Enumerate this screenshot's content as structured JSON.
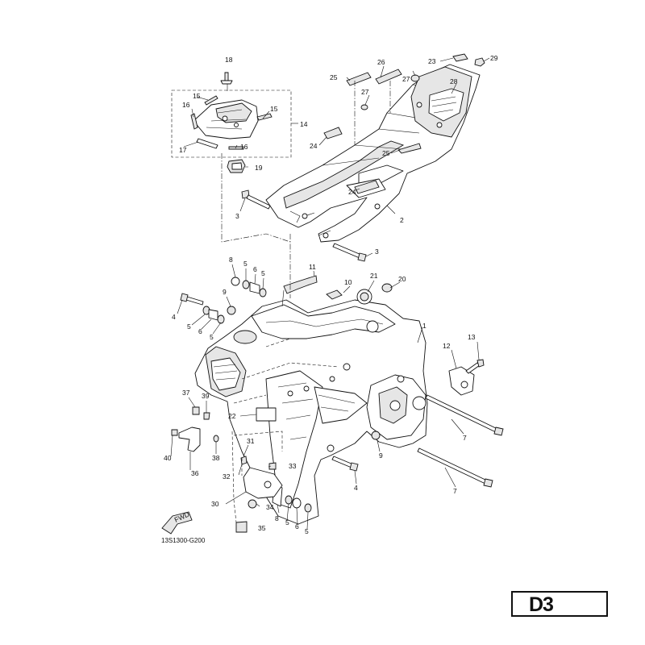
{
  "diagram": {
    "code": "13S1300-G200",
    "page_code": "D3",
    "fwd_label": "FWD"
  },
  "callouts": [
    {
      "id": "c18",
      "label": "18"
    },
    {
      "id": "c15a",
      "label": "15"
    },
    {
      "id": "c16a",
      "label": "16"
    },
    {
      "id": "c15b",
      "label": "15"
    },
    {
      "id": "c14",
      "label": "14"
    },
    {
      "id": "c17",
      "label": "17"
    },
    {
      "id": "c16b",
      "label": "16"
    },
    {
      "id": "c19",
      "label": "19"
    },
    {
      "id": "c3a",
      "label": "3"
    },
    {
      "id": "c25a",
      "label": "25"
    },
    {
      "id": "c26",
      "label": "26"
    },
    {
      "id": "c27a",
      "label": "27"
    },
    {
      "id": "c27b",
      "label": "27"
    },
    {
      "id": "c23",
      "label": "23"
    },
    {
      "id": "c29",
      "label": "29"
    },
    {
      "id": "c28",
      "label": "28"
    },
    {
      "id": "c24a",
      "label": "24"
    },
    {
      "id": "c25b",
      "label": "25"
    },
    {
      "id": "c24b",
      "label": "24"
    },
    {
      "id": "c2",
      "label": "2"
    },
    {
      "id": "c3b",
      "label": "3"
    },
    {
      "id": "c8a",
      "label": "8"
    },
    {
      "id": "c5a",
      "label": "5"
    },
    {
      "id": "c6a",
      "label": "6"
    },
    {
      "id": "c5b",
      "label": "5"
    },
    {
      "id": "c11",
      "label": "11"
    },
    {
      "id": "c10",
      "label": "10"
    },
    {
      "id": "c21",
      "label": "21"
    },
    {
      "id": "c20",
      "label": "20"
    },
    {
      "id": "c9a",
      "label": "9"
    },
    {
      "id": "c4a",
      "label": "4"
    },
    {
      "id": "c5c",
      "label": "5"
    },
    {
      "id": "c6b",
      "label": "6"
    },
    {
      "id": "c5d",
      "label": "5"
    },
    {
      "id": "c1",
      "label": "1"
    },
    {
      "id": "c13",
      "label": "13"
    },
    {
      "id": "c12",
      "label": "12"
    },
    {
      "id": "c37",
      "label": "37"
    },
    {
      "id": "c39",
      "label": "39"
    },
    {
      "id": "c22",
      "label": "22"
    },
    {
      "id": "c40",
      "label": "40"
    },
    {
      "id": "c38",
      "label": "38"
    },
    {
      "id": "c36",
      "label": "36"
    },
    {
      "id": "c31",
      "label": "31"
    },
    {
      "id": "c33",
      "label": "33"
    },
    {
      "id": "c32",
      "label": "32"
    },
    {
      "id": "c30",
      "label": "30"
    },
    {
      "id": "c34",
      "label": "34"
    },
    {
      "id": "c35",
      "label": "35"
    },
    {
      "id": "c8b",
      "label": "8"
    },
    {
      "id": "c5e",
      "label": "5"
    },
    {
      "id": "c6c",
      "label": "6"
    },
    {
      "id": "c5f",
      "label": "5"
    },
    {
      "id": "c4b",
      "label": "4"
    },
    {
      "id": "c9b",
      "label": "9"
    },
    {
      "id": "c7a",
      "label": "7"
    },
    {
      "id": "c7b",
      "label": "7"
    }
  ]
}
